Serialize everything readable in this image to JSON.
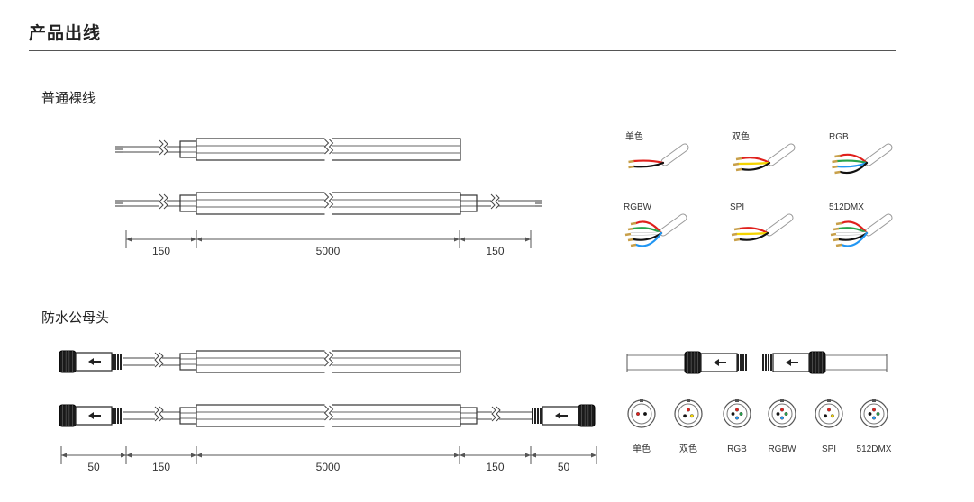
{
  "page": {
    "title": "产品出线"
  },
  "sections": [
    {
      "id": "bare",
      "title": "普通裸线"
    },
    {
      "id": "waterproof",
      "title": "防水公母头"
    }
  ],
  "dimensions": {
    "bare": [
      "150",
      "5000",
      "150"
    ],
    "waterproof": [
      "50",
      "150",
      "5000",
      "150",
      "50"
    ]
  },
  "wire_types": [
    {
      "label": "单色",
      "colors": [
        "#e0201c",
        "#111111"
      ]
    },
    {
      "label": "双色",
      "colors": [
        "#e0201c",
        "#f4d400",
        "#111111"
      ]
    },
    {
      "label": "RGB",
      "colors": [
        "#e0201c",
        "#27a34a",
        "#2196f3",
        "#111111"
      ]
    },
    {
      "label": "RGBW",
      "colors": [
        "#e0201c",
        "#27a34a",
        "#ffffff",
        "#111111",
        "#2196f3"
      ]
    },
    {
      "label": "SPI",
      "colors": [
        "#e0201c",
        "#f4d400",
        "#111111"
      ]
    },
    {
      "label": "512DMX",
      "colors": [
        "#e0201c",
        "#27a34a",
        "#ffffff",
        "#111111",
        "#2196f3"
      ]
    }
  ],
  "connector_faces": [
    {
      "label": "单色",
      "pins": [
        "#e0201c",
        "#111111"
      ]
    },
    {
      "label": "双色",
      "pins": [
        "#e0201c",
        "#f4d400",
        "#111111"
      ]
    },
    {
      "label": "RGB",
      "pins": [
        "#e0201c",
        "#27a34a",
        "#2196f3",
        "#111111"
      ]
    },
    {
      "label": "RGBW",
      "pins": [
        "#e0201c",
        "#27a34a",
        "#2196f3",
        "#111111"
      ]
    },
    {
      "label": "SPI",
      "pins": [
        "#e0201c",
        "#f4d400",
        "#111111"
      ]
    },
    {
      "label": "512DMX",
      "pins": [
        "#e0201c",
        "#27a34a",
        "#2196f3",
        "#111111"
      ]
    }
  ]
}
